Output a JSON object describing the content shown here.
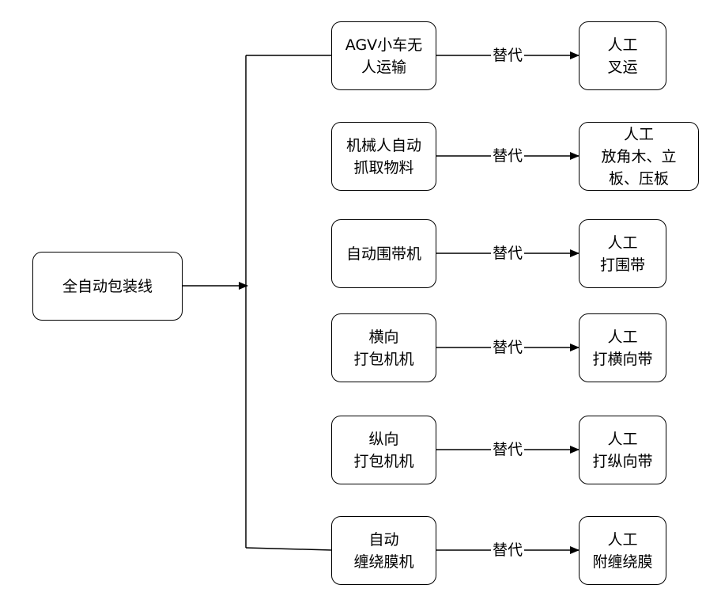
{
  "root": {
    "label": "全自动包装线"
  },
  "rows": [
    {
      "machine": [
        "AGV小车无",
        "人运输"
      ],
      "relation": "替代",
      "manual": [
        "人工",
        "叉运"
      ]
    },
    {
      "machine": [
        "机械人自动",
        "抓取物料"
      ],
      "relation": "替代",
      "manual": [
        "人工",
        "放角木、立",
        "板、压板"
      ]
    },
    {
      "machine": [
        "自动围带机"
      ],
      "relation": "替代",
      "manual": [
        "人工",
        "打围带"
      ]
    },
    {
      "machine": [
        "横向",
        "打包机机"
      ],
      "relation": "替代",
      "manual": [
        "人工",
        "打横向带"
      ]
    },
    {
      "machine": [
        "纵向",
        "打包机机"
      ],
      "relation": "替代",
      "manual": [
        "人工",
        "打纵向带"
      ]
    },
    {
      "machine": [
        "自动",
        "缠绕膜机"
      ],
      "relation": "替代",
      "manual": [
        "人工",
        "附缠绕膜"
      ]
    }
  ]
}
